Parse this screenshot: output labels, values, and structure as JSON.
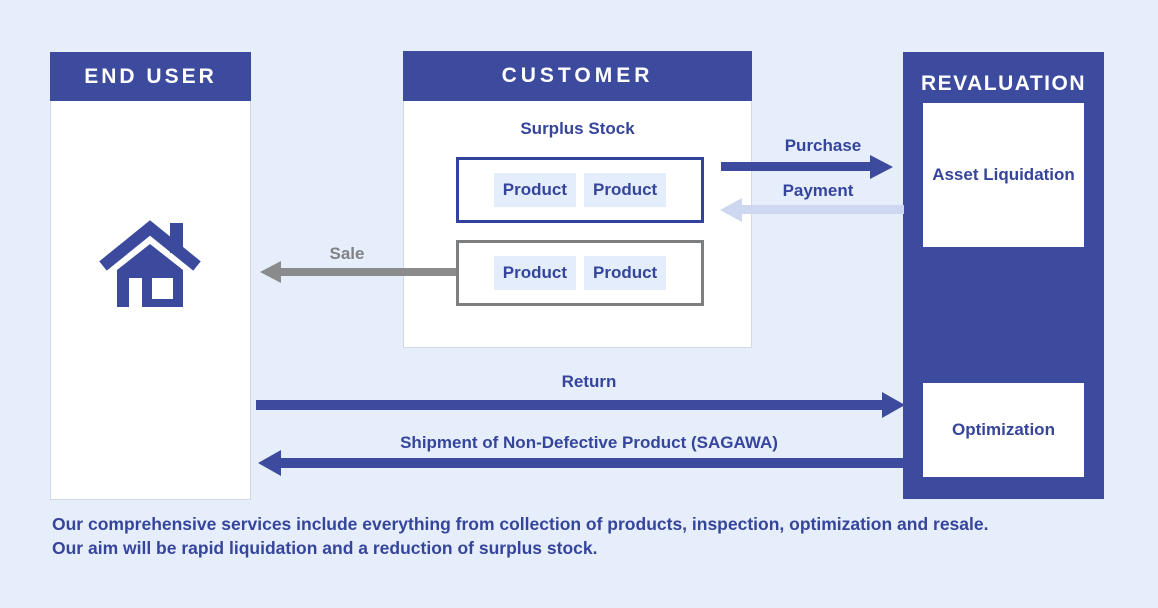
{
  "page": {
    "background_color": "#e6eefc"
  },
  "colors": {
    "primary_blue": "#3c4b9d",
    "blue_box_border": "#32429a",
    "text_blue": "#36459c",
    "payment_arrow": "#cdd8f0",
    "gray_arrow": "#8a8b8d",
    "gray_box_border": "#7c7e80",
    "product_chip_bg": "#e3edfc"
  },
  "end_user": {
    "title": "END USER",
    "icon": "house-icon"
  },
  "customer": {
    "title": "CUSTOMER",
    "subtitle": "Surplus Stock",
    "boxes": [
      {
        "style": "blue",
        "items": [
          "Product",
          "Product"
        ]
      },
      {
        "style": "gray",
        "items": [
          "Product",
          "Product"
        ]
      }
    ]
  },
  "revaluation": {
    "title": "REVALUATION",
    "boxes": [
      "Asset Liquidation",
      "Optimization"
    ]
  },
  "arrows": {
    "purchase": {
      "label": "Purchase",
      "direction": "right",
      "color": "#3c4b9d"
    },
    "payment": {
      "label": "Payment",
      "direction": "left",
      "color": "#cdd8f0"
    },
    "sale": {
      "label": "Sale",
      "direction": "left",
      "color": "#8a8b8d"
    },
    "return": {
      "label": "Return",
      "direction": "right",
      "color": "#3c4b9d"
    },
    "shipment": {
      "label": "Shipment of Non-Defective Product (SAGAWA)",
      "direction": "left",
      "color": "#3c4b9d"
    }
  },
  "footer": {
    "line1": "Our comprehensive services include everything from collection of products, inspection, optimization and resale.",
    "line2": "Our aim will be rapid liquidation and a reduction of surplus stock."
  }
}
